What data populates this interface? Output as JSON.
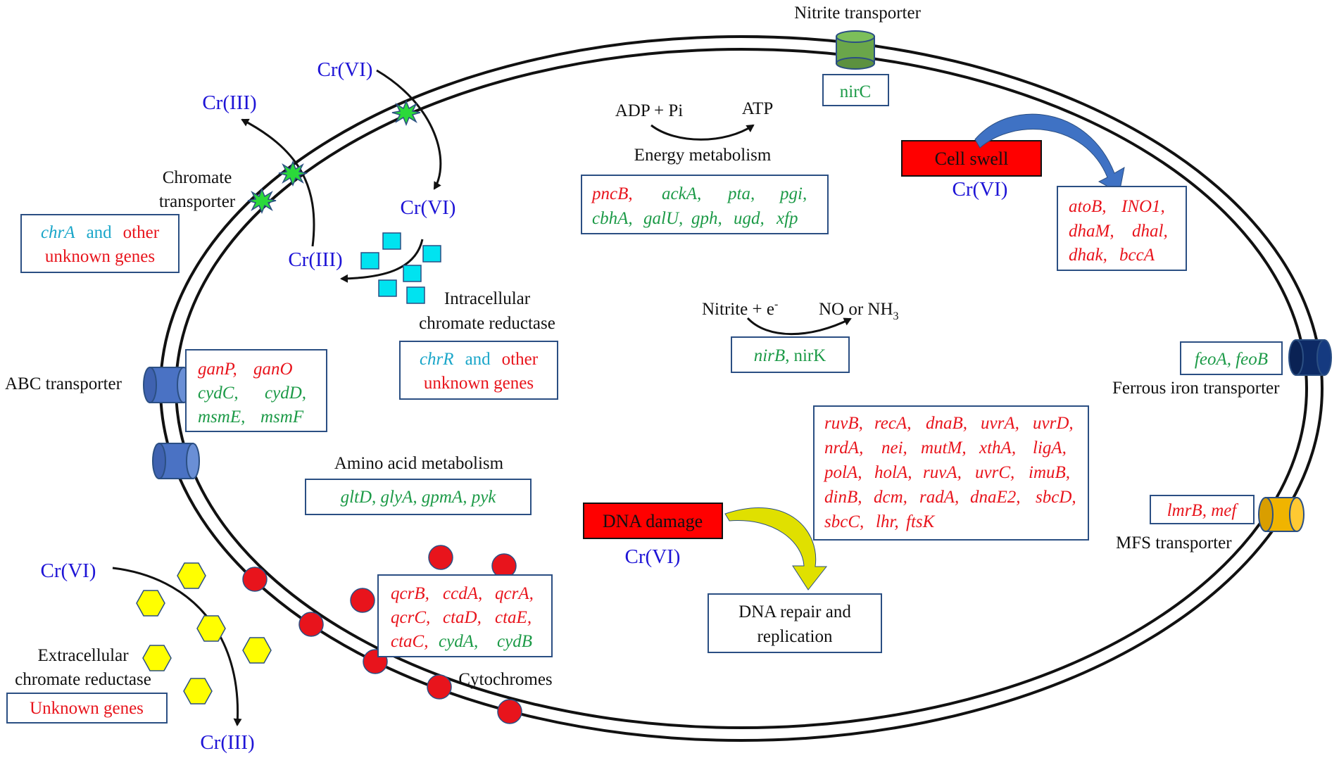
{
  "colors": {
    "red": "#e8141c",
    "green": "#1c9a47",
    "cyan": "#1aa6c9",
    "blue": "#1e14d6",
    "black": "#111111",
    "box_border": "#2b4f83",
    "membrane_stroke": "#111111",
    "transporter_blue": "#4a72c4",
    "transporter_dark": "#0d2a66",
    "transporter_green": "#6aa64a",
    "transporter_orange": "#f0b400",
    "cytochrome_red": "#e8141c",
    "hexagon_yellow": "#ffff00",
    "square_cyan": "#00e3f0",
    "star_green": "#2bd93a",
    "arrow_blue": "#3f72c4",
    "arrow_yellow": "#e0e000",
    "alert_fill": "#ff0000"
  },
  "labels": {
    "nitrite_transporter": "Nitrite transporter",
    "nirC": "nirC",
    "cr_vi_top": "Cr(VI)",
    "cr_iii_top": "Cr(III)",
    "cr_vi_inside": "Cr(VI)",
    "cr_iii_inside": "Cr(III)",
    "chromate_transporter_1": "Chromate",
    "chromate_transporter_2": "transporter",
    "intracellular_1": "Intracellular",
    "intracellular_2": "chromate reductase",
    "adp_pi": "ADP + Pi",
    "atp": "ATP",
    "energy_metabolism": "Energy metabolism",
    "cell_swell": "Cell swell",
    "cell_swell_crvi": "Cr(VI)",
    "nitrite_e": "Nitrite + e",
    "nitrite_e_sup": "-",
    "no_nh3": "NO or NH",
    "no_nh3_sub": "3",
    "abc_transporter": "ABC transporter",
    "ferrous_iron_transporter": "Ferrous iron transporter",
    "amino_acid_metabolism": "Amino acid metabolism",
    "dna_damage": "DNA damage",
    "dna_damage_crvi": "Cr(VI)",
    "dna_repair_1": "DNA repair and",
    "dna_repair_2": "replication",
    "mfs_transporter": "MFS transporter",
    "cytochromes": "Cytochromes",
    "cr_vi_extra": "Cr(VI)",
    "cr_iii_extra": "Cr(III)",
    "extracellular_1": "Extracellular",
    "extracellular_2": "chromate reductase",
    "unknown_genes": "Unknown genes"
  },
  "gene_boxes": {
    "chrA_box": {
      "g1": "chrA",
      "and": "and",
      "other": "other",
      "line2": "unknown genes"
    },
    "chrR_box": {
      "g1": "chrR",
      "and": "and",
      "other": "other",
      "line2": "unknown genes"
    },
    "energy": {
      "row1": [
        "pncB,",
        "ackA,",
        "pta,",
        "pgi,"
      ],
      "row2": [
        "cbhA,",
        "galU,",
        "gph,",
        "ugd,",
        "xfp"
      ]
    },
    "cell_swell_genes": {
      "row1": [
        "atoB,",
        "INO1,"
      ],
      "row2": [
        "dhaM,",
        "dhal,"
      ],
      "row3": [
        "dhak,",
        "bccA"
      ]
    },
    "nir": {
      "g1": "nirB",
      "sep": ",",
      "g2": "nirK"
    },
    "abc": {
      "row1": [
        "ganP,",
        "ganO"
      ],
      "row2": [
        "cydC,",
        "cydD,"
      ],
      "row3": [
        "msmE,",
        "msmF"
      ]
    },
    "feo": {
      "text": "feoA, feoB"
    },
    "amino": {
      "text": "gltD, glyA, gpmA, pyk"
    },
    "dna": {
      "row1": [
        "ruvB,",
        "recA,",
        "dnaB,",
        "uvrA,",
        "uvrD,"
      ],
      "row2": [
        "nrdA,",
        "nei,",
        "mutM,",
        "xthA,",
        "ligA,"
      ],
      "row3": [
        "polA,",
        "holA,",
        "ruvA,",
        "uvrC,",
        "imuB,"
      ],
      "row4": [
        "dinB,",
        "dcm,",
        "radA,",
        "dnaE2,",
        "sbcD,"
      ],
      "row5": [
        "sbcC,",
        "lhr,",
        "ftsK"
      ]
    },
    "mfs": {
      "text": "lmrB, mef"
    },
    "cyto": {
      "row1": [
        "qcrB,",
        "ccdA,",
        "qcrA,"
      ],
      "row2": [
        "qcrC,",
        "ctaD,",
        "ctaE,"
      ],
      "row3": [
        "ctaC,",
        "cydA,",
        "cydB"
      ]
    }
  }
}
